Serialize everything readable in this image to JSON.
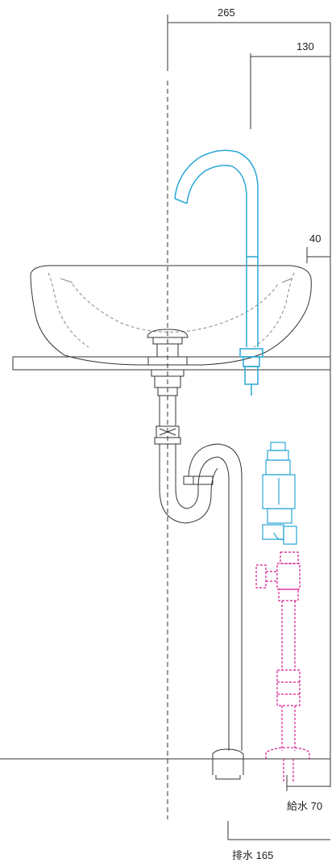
{
  "dimensions": {
    "top_width": "265",
    "spout_reach": "130",
    "faucet_offset": "40",
    "supply": "給水 70",
    "drain": "排水 165"
  },
  "colors": {
    "line": "#333333",
    "light": "#888888",
    "faucet": "#2aa7d6",
    "valve": "#d81b8f"
  }
}
